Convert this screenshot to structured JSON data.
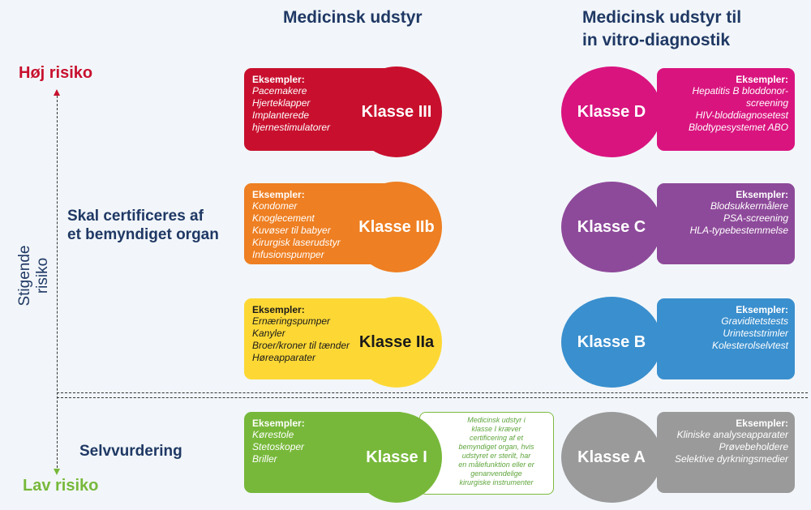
{
  "columns": {
    "left": "Medicinsk udstyr",
    "right_line1": "Medicinsk udstyr til",
    "right_line2": "in vitro-diagnostik"
  },
  "axis": {
    "high": "Høj risiko",
    "low": "Lav risiko",
    "label": "Stigende risiko"
  },
  "groups": {
    "certified_line1": "Skal certificeres af",
    "certified_line2": "et bemyndiget organ",
    "self": "Selvvurdering"
  },
  "examples_label": "Eksempler:",
  "classes": {
    "c3": {
      "label": "Klasse III",
      "items": [
        "Pacemakere",
        "Hjerteklapper",
        "Implanterede",
        "hjernestimulatorer"
      ]
    },
    "c2b": {
      "label": "Klasse IIb",
      "items": [
        "Kondomer",
        "Knoglecement",
        "Kuvøser til babyer",
        "Kirurgisk laserudstyr",
        "Infusionspumper"
      ]
    },
    "c2a": {
      "label": "Klasse IIa",
      "items": [
        "Ernæringspumper",
        "Kanyler",
        "Broer/kroner til tænder",
        "Høreapparater"
      ]
    },
    "c1": {
      "label": "Klasse I",
      "items": [
        "Kørestole",
        "Stetoskoper",
        "Briller"
      ]
    },
    "cD": {
      "label": "Klasse D",
      "items": [
        "Hepatitis B bloddonor-",
        "screening",
        "HIV-bloddiagnosetest",
        "Blodtypesystemet ABO"
      ]
    },
    "cC": {
      "label": "Klasse C",
      "items": [
        "Blodsukkermålere",
        "PSA-screening",
        "HLA-typebestemmelse"
      ]
    },
    "cB": {
      "label": "Klasse B",
      "items": [
        "Graviditetstests",
        "Urinteststrimler",
        "Kolesterolselvtest"
      ]
    },
    "cA": {
      "label": "Klasse A",
      "items": [
        "Kliniske analyseapparater",
        "Prøvebeholdere",
        "Selektive dyrkningsmedier"
      ]
    }
  },
  "note": [
    "Medicinsk udstyr i",
    "klasse I kræver",
    "certificering af et",
    "bemyndiget organ, hvis",
    "udstyret er sterilt, har",
    "en målefunktion eller er",
    "genanvendelige",
    "kirurgiske instrumenter"
  ],
  "colors": {
    "c3": "#c8102e",
    "c2b": "#ee7f22",
    "c2a": "#fdd835",
    "c1": "#77b83a",
    "cD": "#d9147f",
    "cC": "#8e4a9a",
    "cB": "#3a8fce",
    "cA": "#9a9a9a",
    "high": "#c8102e",
    "low": "#77b83a",
    "navy": "#1f3864"
  }
}
